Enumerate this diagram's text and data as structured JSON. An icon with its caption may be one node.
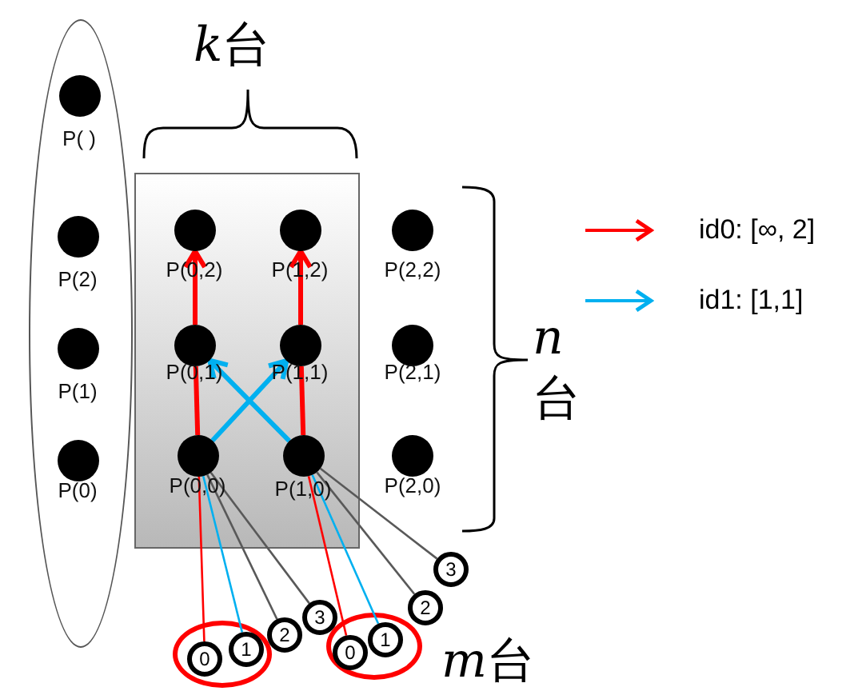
{
  "diagram": {
    "nodes": [
      {
        "text": [],
        "shape": "ellipse"
      },
      {
        "text": [
          "P( )"
        ],
        "in": 0
      },
      {
        "text": [
          "P(2)"
        ],
        "in": 0
      },
      {
        "text": [
          "P(1)"
        ],
        "in": 0
      },
      {
        "text": [
          "P(0)"
        ],
        "in": 0
      },
      {
        "text": [],
        "shape": "box"
      },
      {
        "text": [
          "P(0,2)"
        ],
        "in": 5
      },
      {
        "text": [
          "P(1,2)"
        ],
        "in": 5
      },
      {
        "text": [
          "P(2,2)"
        ]
      },
      {
        "text": [
          "P(0,1)"
        ],
        "in": 5
      },
      {
        "text": [
          "P(1,1)"
        ],
        "in": 5
      },
      {
        "text": [
          "P(2,1)"
        ]
      },
      {
        "text": [
          "P(0,0)"
        ],
        "in": 5
      },
      {
        "text": [
          "P(1,0)"
        ],
        "in": 5
      },
      {
        "text": [
          "P(2,0)"
        ]
      },
      {
        "text": [],
        "shape": "ellipse"
      },
      {
        "text": [
          "0"
        ],
        "in": 15
      },
      {
        "text": [
          "1"
        ],
        "in": 15
      },
      {
        "text": [
          "2"
        ]
      },
      {
        "text": [
          "3"
        ]
      },
      {
        "text": [],
        "shape": "ellipse"
      },
      {
        "text": [
          "0"
        ],
        "in": 20
      },
      {
        "text": [
          "1"
        ],
        "in": 20
      },
      {
        "text": [
          "2"
        ]
      },
      {
        "text": [
          "3"
        ]
      }
    ],
    "edges": [
      {
        "from": 12,
        "to": 9,
        "arrow": "none",
        "style": "thick",
        "color": "#ff0000"
      },
      {
        "from": 9,
        "to": 6,
        "arrow": "to",
        "style": "thick",
        "color": "#ff0000"
      },
      {
        "from": 13,
        "to": 10,
        "arrow": "none",
        "style": "thick",
        "color": "#ff0000"
      },
      {
        "from": 10,
        "to": 7,
        "arrow": "to",
        "style": "thick",
        "color": "#ff0000"
      },
      {
        "from": 12,
        "to": 10,
        "arrow": "to",
        "style": "thick",
        "color": "#00b0f0"
      },
      {
        "from": 13,
        "to": 9,
        "arrow": "to",
        "style": "thick",
        "color": "#00b0f0"
      },
      {
        "from": 12,
        "to": 16,
        "arrow": "none",
        "color": "#ff0000"
      },
      {
        "from": 12,
        "to": 17,
        "arrow": "none",
        "color": "#00b0f0"
      },
      {
        "from": 12,
        "to": 18,
        "arrow": "none",
        "color": "#595959"
      },
      {
        "from": 12,
        "to": 19,
        "arrow": "none",
        "color": "#595959"
      },
      {
        "from": 13,
        "to": 21,
        "arrow": "none",
        "color": "#ff0000"
      },
      {
        "from": 13,
        "to": 22,
        "arrow": "none",
        "color": "#00b0f0"
      },
      {
        "from": 13,
        "to": 23,
        "arrow": "none",
        "color": "#595959"
      },
      {
        "from": 13,
        "to": 24,
        "arrow": "none",
        "color": "#595959"
      }
    ],
    "labels": [
      "k台",
      "n台",
      "m台"
    ],
    "legend": [
      {
        "text": "id0: [∞, 2]"
      },
      {
        "text": "id1: [1,1]"
      }
    ]
  }
}
